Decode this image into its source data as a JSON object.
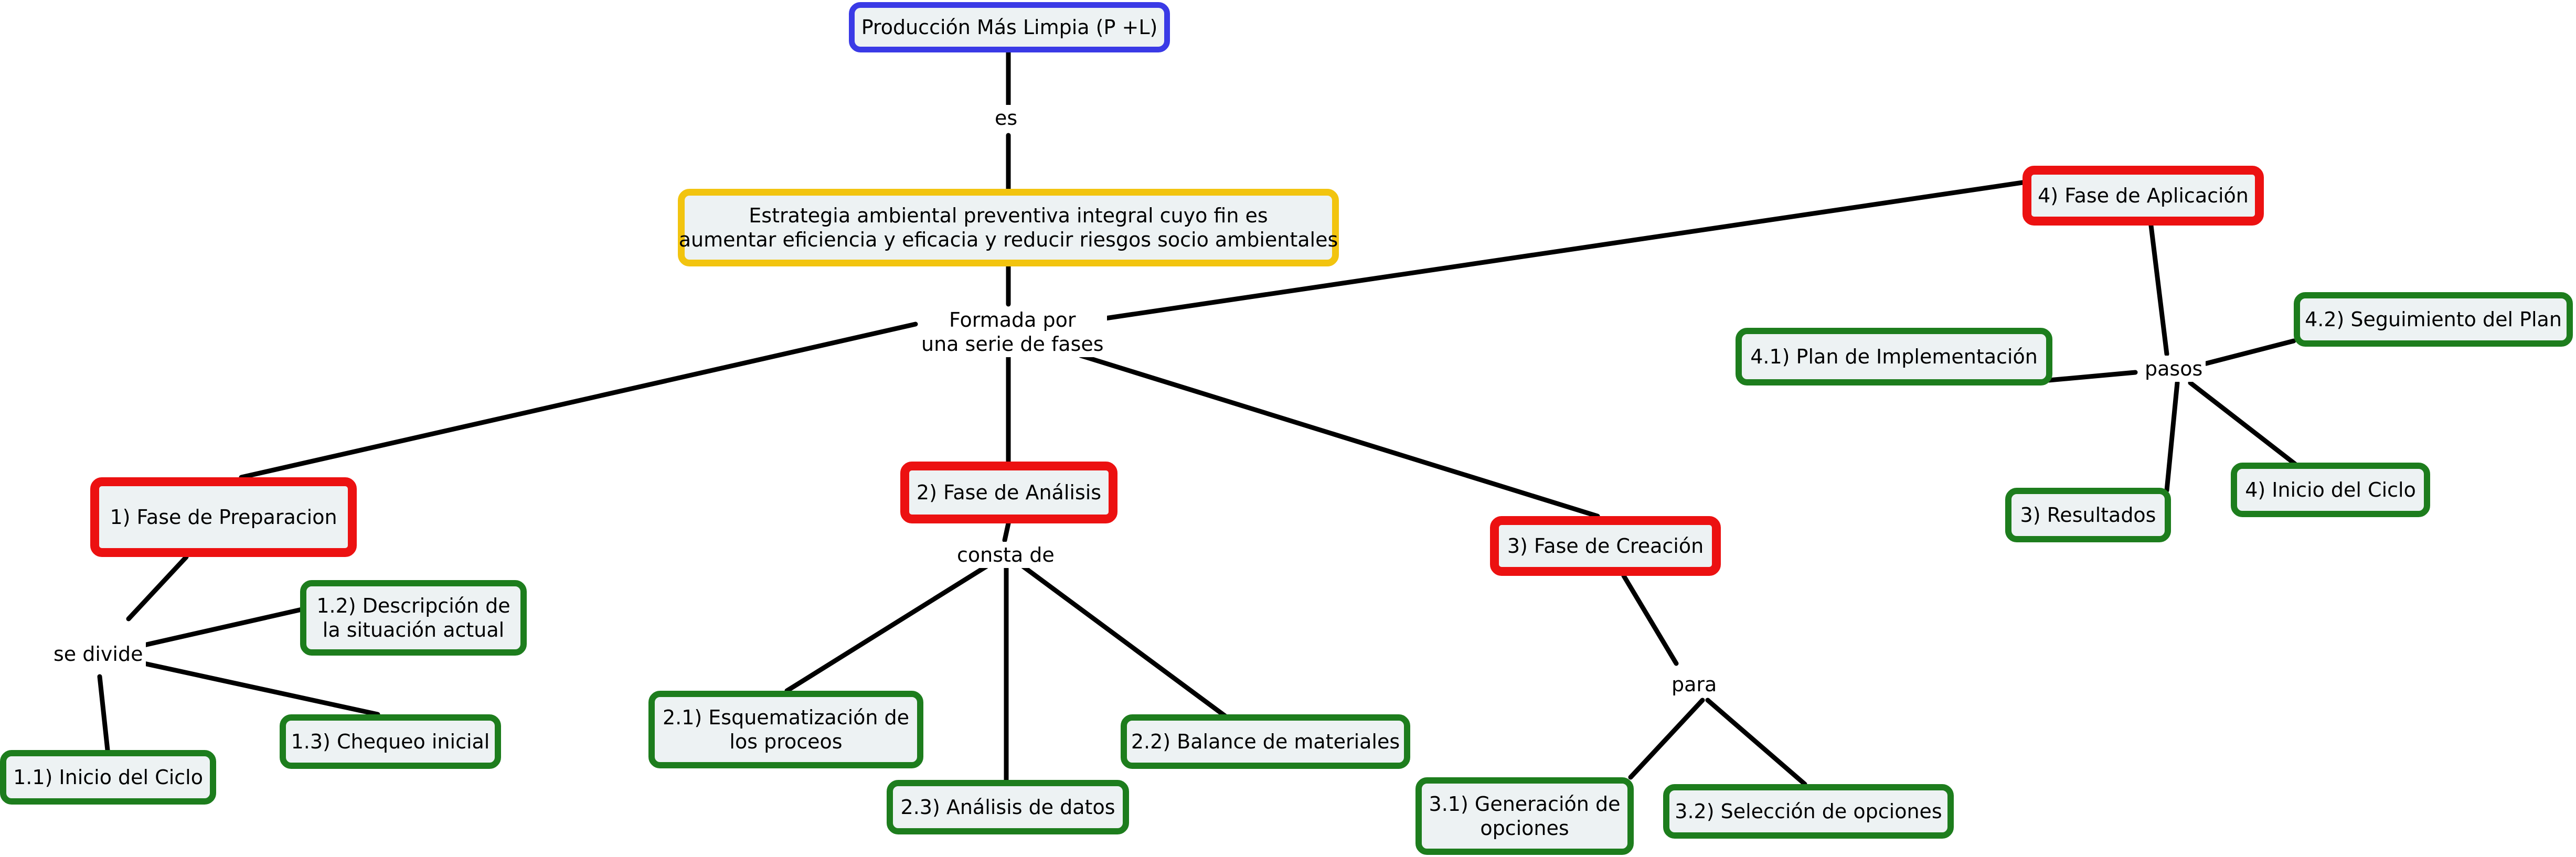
{
  "concept_map": {
    "root": "Producción Más Limpia (P +L)",
    "link_es": "es",
    "definition": {
      "line1": "Estrategia ambiental preventiva integral cuyo fin es",
      "line2": "aumentar eficiencia y eficacia y reducir riesgos socio ambientales"
    },
    "link_formada": {
      "line1": "Formada por",
      "line2": "una serie de fases"
    },
    "phase1": {
      "title": "1) Fase de Preparacion",
      "link": "se divide",
      "item_1_1": "1.1) Inicio del Ciclo",
      "item_1_2": {
        "line1": "1.2) Descripción de",
        "line2": "la situación actual"
      },
      "item_1_3": "1.3) Chequeo inicial"
    },
    "phase2": {
      "title": "2) Fase de Análisis",
      "link": "consta de",
      "item_2_1": {
        "line1": "2.1) Esquematización de",
        "line2": "los proceos"
      },
      "item_2_2": "2.2) Balance de materiales",
      "item_2_3": "2.3) Análisis de datos"
    },
    "phase3": {
      "title": "3) Fase de Creación",
      "link": "para",
      "item_3_1": {
        "line1": "3.1) Generación de",
        "line2": "opciones"
      },
      "item_3_2": "3.2) Selección de opciones"
    },
    "phase4": {
      "title": "4) Fase de Aplicación",
      "link": "pasos",
      "item_4_1": "4.1) Plan de Implementación",
      "item_4_2": "4.2) Seguimiento del Plan",
      "item_3": "3) Resultados",
      "item_4": "4) Inicio del Ciclo"
    }
  },
  "colors": {
    "root_border": "#3a3ae6",
    "definition_border": "#f2c40f",
    "phase_border": "#ec1111",
    "sub_border": "#1d7d1d",
    "node_fill": "#edf2f3",
    "connector": "#000000"
  }
}
